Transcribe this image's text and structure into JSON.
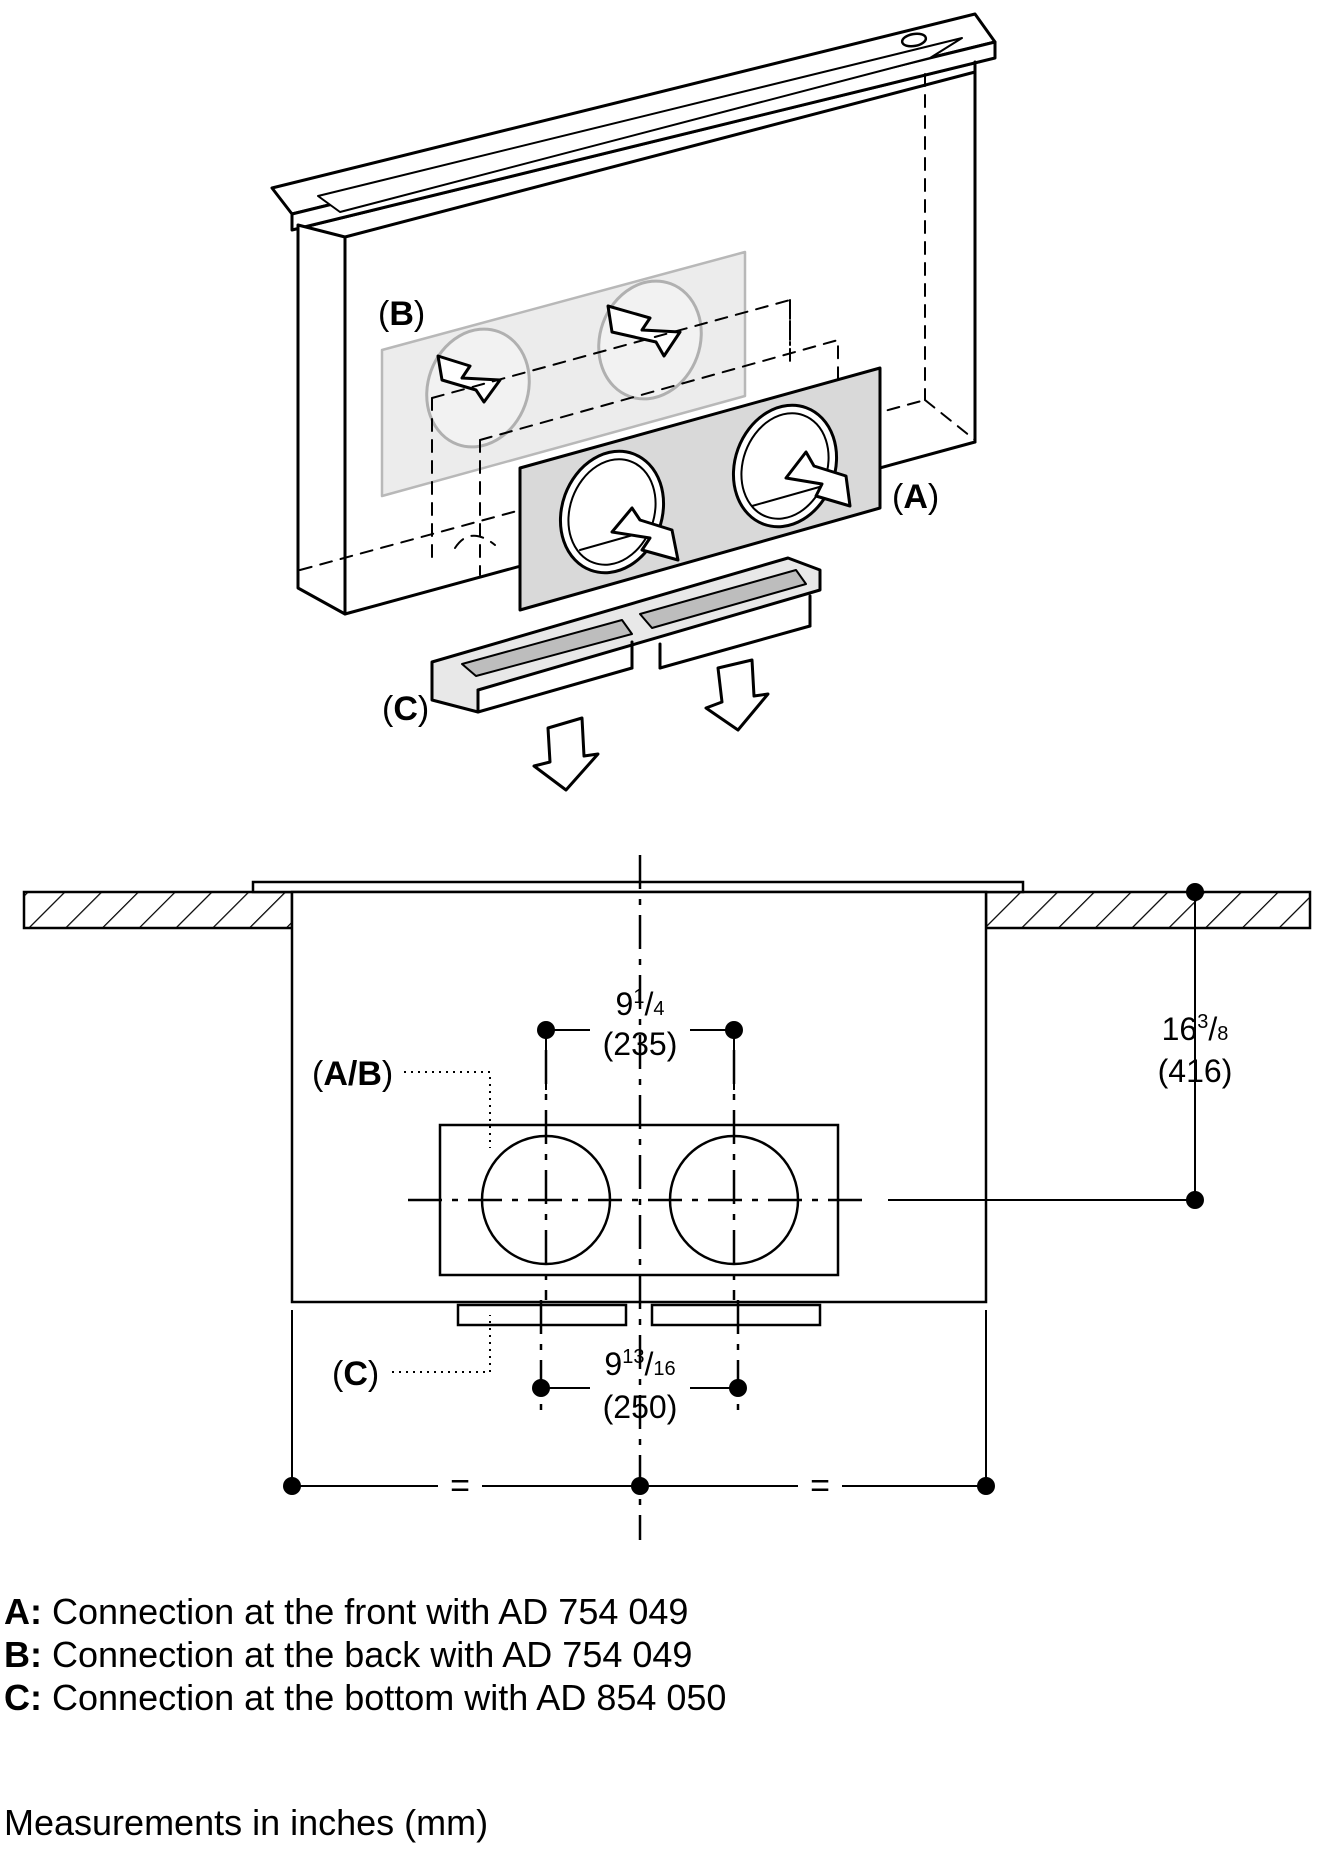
{
  "labels": {
    "a": "A",
    "b": "B",
    "c": "C",
    "ab": "A/B",
    "c_lower": "C"
  },
  "dimensions": {
    "spacing_top_whole": "9",
    "spacing_top_num": "1",
    "spacing_top_den": "4",
    "spacing_top_mm": "(235)",
    "height_whole": "16",
    "height_num": "3",
    "height_den": "8",
    "height_mm": "(416)",
    "spacing_bottom_whole": "9",
    "spacing_bottom_num": "13",
    "spacing_bottom_den": "16",
    "spacing_bottom_mm": "(250)",
    "equal_left": "=",
    "equal_right": "="
  },
  "legend": [
    {
      "key": "A:",
      "text": "Connection at the front with AD 754 049"
    },
    {
      "key": "B:",
      "text": "Connection at the back with AD 754 049"
    },
    {
      "key": "C:",
      "text": "Connection at the bottom with AD 854 050"
    }
  ],
  "note": "Measurements in inches (mm)"
}
